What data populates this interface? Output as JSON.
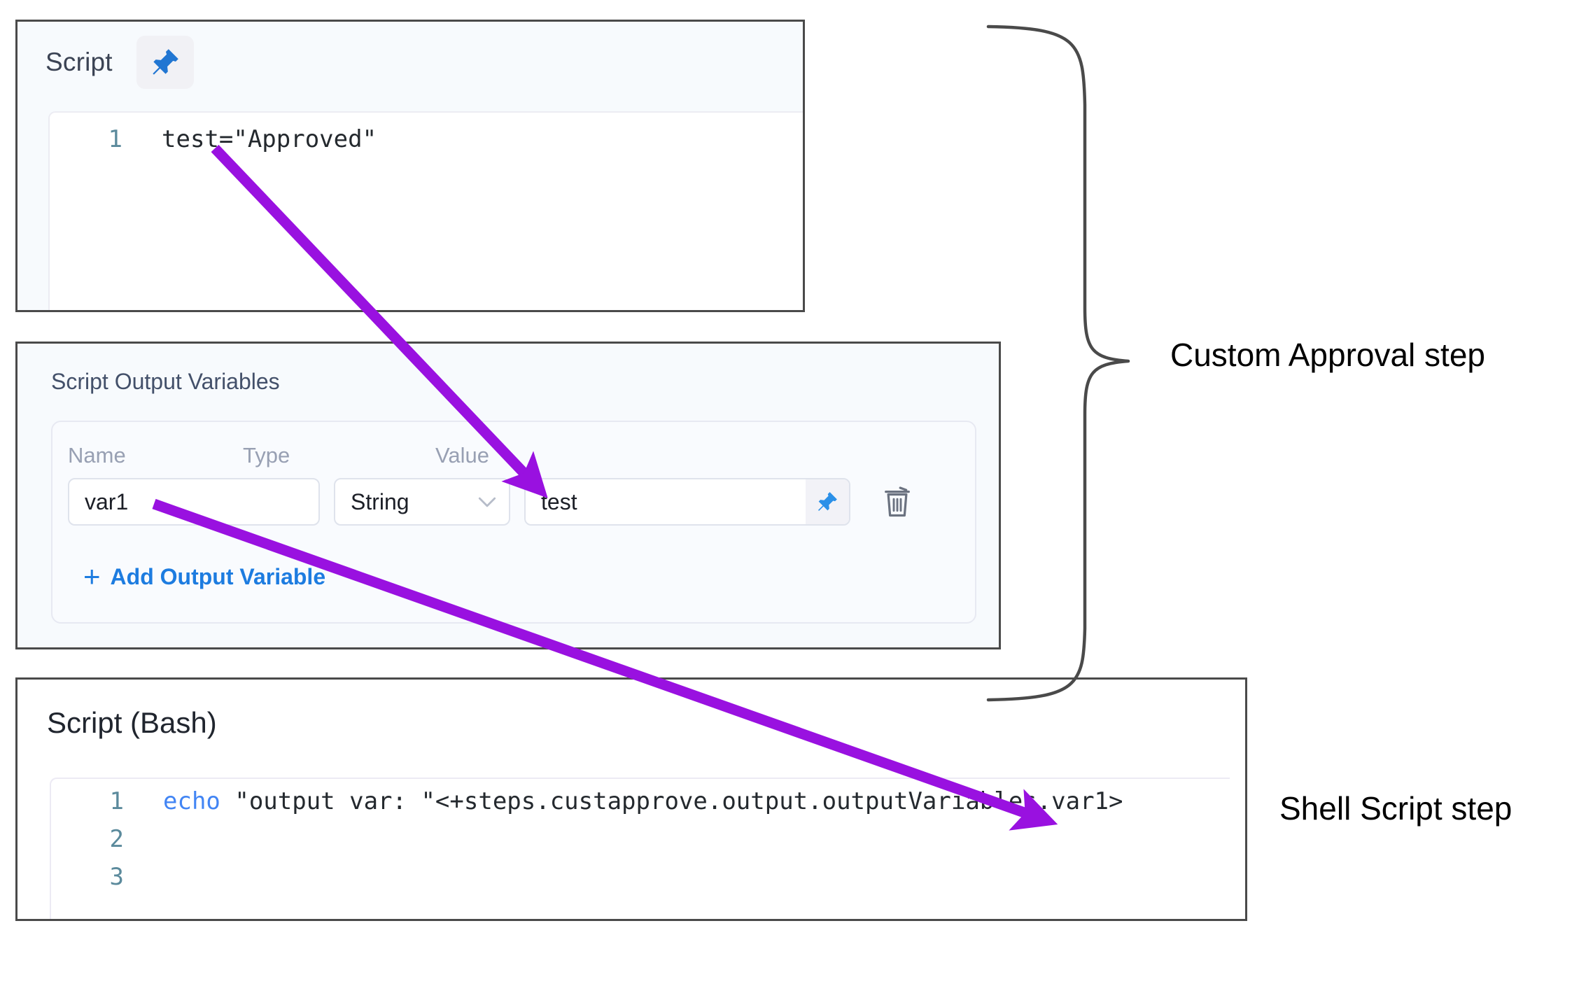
{
  "script_panel": {
    "title": "Script",
    "pin_icon": "pushpin-icon",
    "code": {
      "lines": [
        {
          "number": "1",
          "text": "test=\"Approved\""
        }
      ]
    }
  },
  "output_variables_panel": {
    "title": "Script Output Variables",
    "columns": {
      "name": "Name",
      "type": "Type",
      "value": "Value"
    },
    "rows": [
      {
        "name": "var1",
        "type": "String",
        "value": "test",
        "pin_icon": "pushpin-icon",
        "delete_icon": "trash-icon",
        "chevron_icon": "chevron-down-icon"
      }
    ],
    "add_variable": {
      "plus": "+",
      "label": "Add Output Variable"
    }
  },
  "bash_panel": {
    "title": "Script (Bash)",
    "code": {
      "lines": [
        {
          "number": "1",
          "keyword": "echo",
          "text": " \"output var: \"<+steps.custapprove.output.outputVariables.var1>"
        },
        {
          "number": "2",
          "keyword": "",
          "text": ""
        },
        {
          "number": "3",
          "keyword": "",
          "text": ""
        }
      ]
    }
  },
  "annotations": {
    "brace_label": "Custom Approval step",
    "shell_label": "Shell Script step",
    "arrow_color": "#9911e0",
    "brace_color": "#4a4a4a"
  }
}
